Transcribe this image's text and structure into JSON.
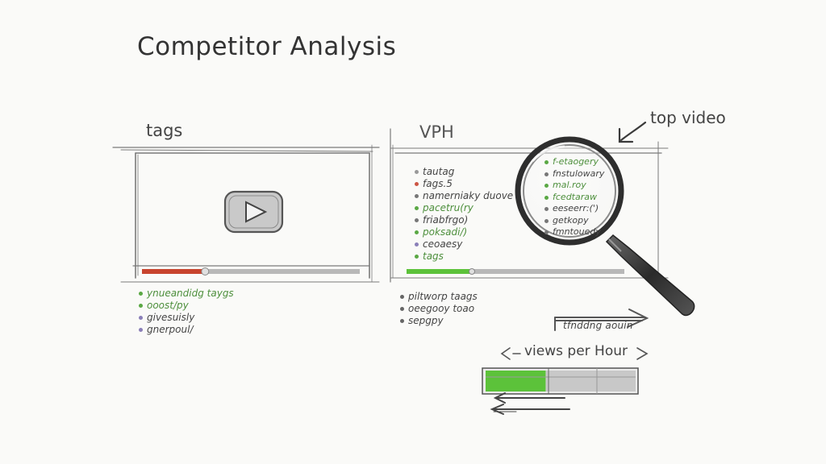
{
  "title": "Competitor Analysis",
  "left_panel": {
    "label": "tags",
    "player_progress": 0.29,
    "list_items": [
      {
        "text": "ynueandidg taygs",
        "color": "#5aa844"
      },
      {
        "text": "ooost/py",
        "color": "#5aa844"
      },
      {
        "text": "givesuisly",
        "color": "#8a7fb8"
      },
      {
        "text": "gnerpoul/",
        "color": "#8a7fb8"
      }
    ]
  },
  "middle_panel": {
    "label": "VPH",
    "progress": 0.3,
    "inner_items": [
      {
        "text": "tautag",
        "color": "#999999"
      },
      {
        "text": "fags.5",
        "color": "#cc5544"
      },
      {
        "text": "namerniaky duove",
        "color": "#777777"
      },
      {
        "text": "pacetru(ry",
        "color": "#5aa844"
      },
      {
        "text": "friabfrgo)",
        "color": "#777777"
      },
      {
        "text": "poksadi/)",
        "color": "#5aa844"
      },
      {
        "text": "ceoaesy",
        "color": "#8a7fb8"
      },
      {
        "text": "tags",
        "color": "#5aa844"
      }
    ],
    "list_items": [
      {
        "text": "piltworp taags",
        "color": "#666666"
      },
      {
        "text": "oeegooy toao",
        "color": "#666666"
      },
      {
        "text": "sepgpy",
        "color": "#666666"
      }
    ]
  },
  "magnifier": {
    "label": "top video",
    "items": [
      {
        "text": "f-etaogery",
        "color": "#5aa844"
      },
      {
        "text": "fnstulowary",
        "color": "#777777"
      },
      {
        "text": "mal.roy",
        "color": "#5aa844"
      },
      {
        "text": "fcedtaraw",
        "color": "#5aa844"
      },
      {
        "text": "eeseerr:(')",
        "color": "#777777"
      },
      {
        "text": "getkopy",
        "color": "#777777"
      },
      {
        "text": "fmntouedy",
        "color": "#777777"
      }
    ]
  },
  "trend_label": "tfnddng aouin",
  "vph_meter": {
    "label": "views per Hour",
    "level": 0.4
  },
  "colors": {
    "ink": "#3a3a3a",
    "green": "#5cc23a",
    "red": "#c8442e",
    "grey": "#8a8a8a"
  },
  "icons": [
    "play-icon",
    "magnifier-icon",
    "arrow-icon"
  ]
}
